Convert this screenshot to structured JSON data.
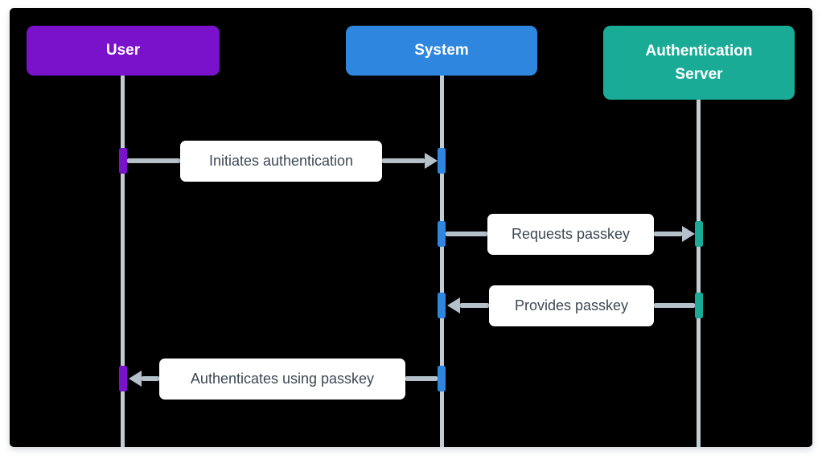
{
  "diagram": {
    "type": "sequence-diagram",
    "actors": [
      {
        "label": "User",
        "color": "#7a11cb"
      },
      {
        "label": "System",
        "color": "#2e86de"
      },
      {
        "label": "Authentication Server",
        "color": "#1aab97"
      }
    ],
    "messages": [
      {
        "label": "Initiates authentication",
        "from": "User",
        "to": "System",
        "direction": "right"
      },
      {
        "label": "Requests passkey",
        "from": "System",
        "to": "Authentication Server",
        "direction": "right"
      },
      {
        "label": "Provides passkey",
        "from": "Authentication Server",
        "to": "System",
        "direction": "left"
      },
      {
        "label": "Authenticates using passkey",
        "from": "System",
        "to": "User",
        "direction": "left"
      }
    ],
    "colors": {
      "user_accent": "#7a11cb",
      "system_accent": "#2e86de",
      "authentication_server_accent": "#1aab97",
      "lifeline": "#c2ccd4",
      "arrow": "#b4c1cb",
      "message_text": "#3c4854",
      "message_background": "#ffffff",
      "canvas_background": "#000000",
      "page_background": "#ffffff"
    }
  }
}
